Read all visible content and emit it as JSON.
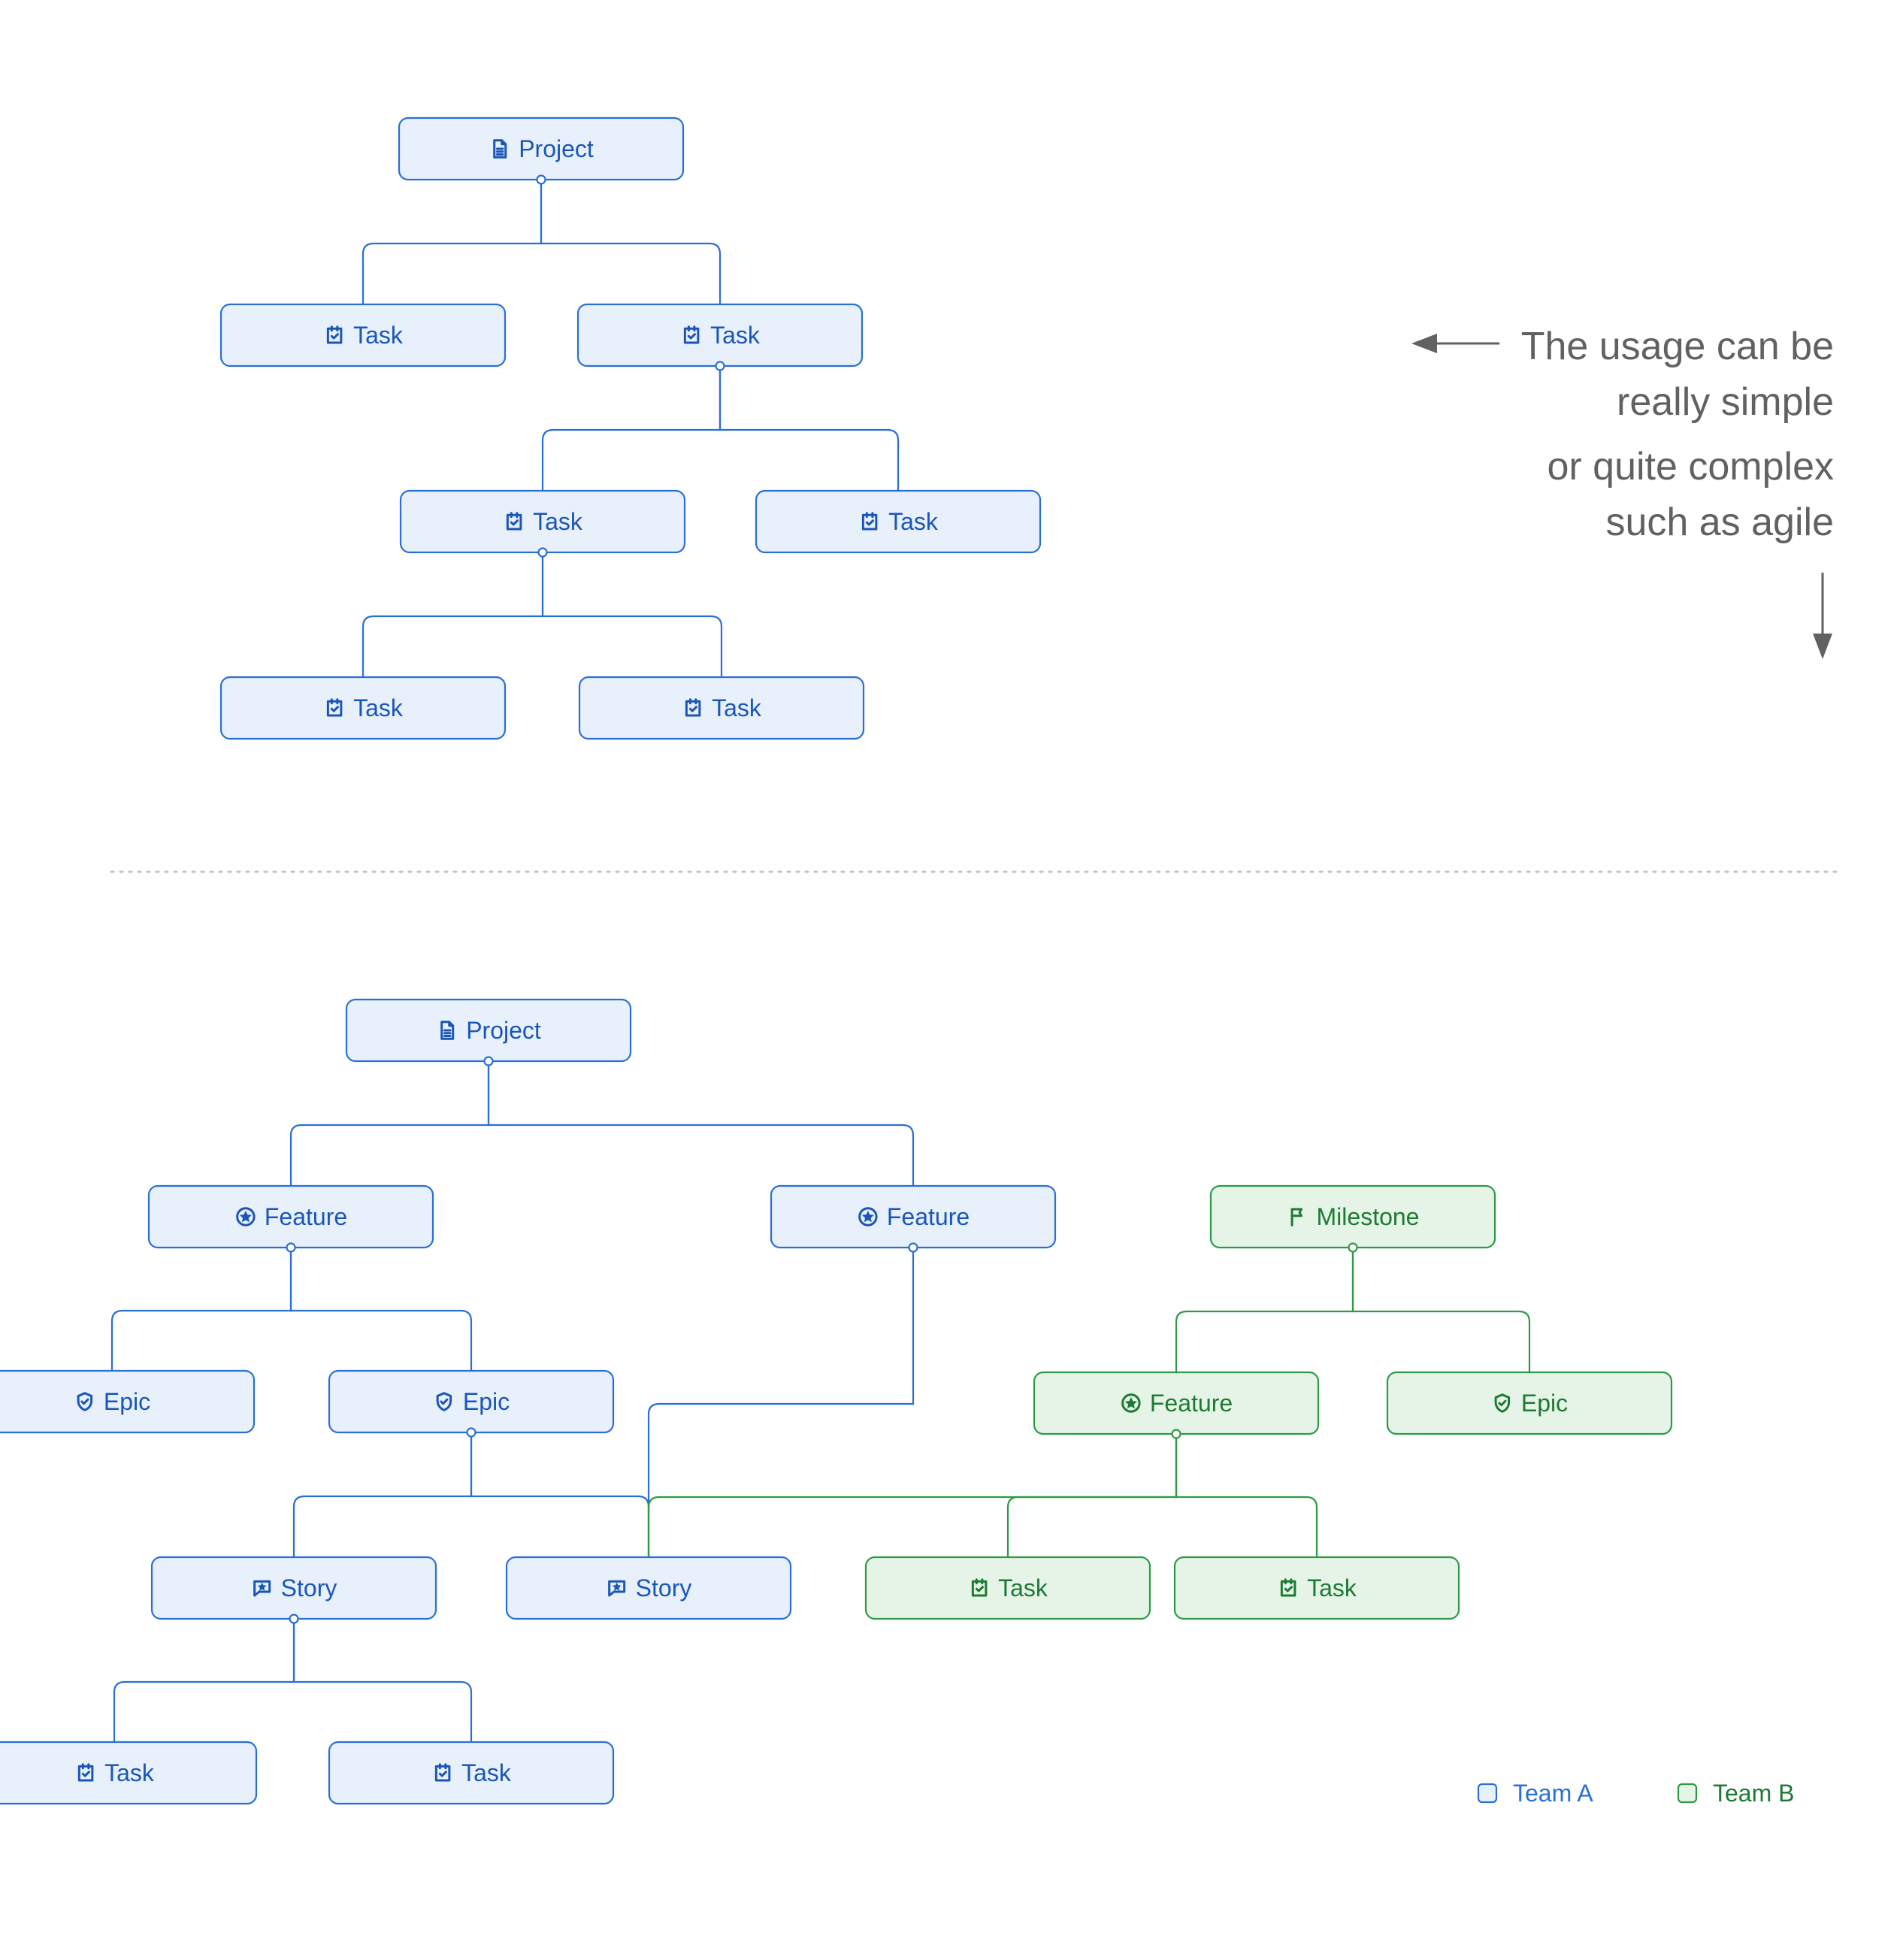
{
  "colors": {
    "team_a_stroke": "#2a6fd6",
    "team_a_fill": "#e8f0fc",
    "team_a_text": "#1a56b8",
    "team_b_stroke": "#2e9a47",
    "team_b_fill": "#e6f4e8",
    "team_b_text": "#1d7a33",
    "annotation": "#616161",
    "divider": "#c4c4c4"
  },
  "annotation": {
    "line1": "The usage can be",
    "line2": "really simple",
    "line3": "or quite complex",
    "line4": "such as agile"
  },
  "legend": {
    "team_a": "Team A",
    "team_b": "Team B"
  },
  "simple_nodes": [
    {
      "id": "s-project",
      "label": "Project",
      "icon": "document-icon",
      "team": "a"
    },
    {
      "id": "s-task-1",
      "label": "Task",
      "icon": "task-icon",
      "team": "a"
    },
    {
      "id": "s-task-2",
      "label": "Task",
      "icon": "task-icon",
      "team": "a"
    },
    {
      "id": "s-task-3",
      "label": "Task",
      "icon": "task-icon",
      "team": "a"
    },
    {
      "id": "s-task-4",
      "label": "Task",
      "icon": "task-icon",
      "team": "a"
    },
    {
      "id": "s-task-5",
      "label": "Task",
      "icon": "task-icon",
      "team": "a"
    },
    {
      "id": "s-task-6",
      "label": "Task",
      "icon": "task-icon",
      "team": "a"
    }
  ],
  "agile_nodes": [
    {
      "id": "a-project",
      "label": "Project",
      "icon": "document-icon",
      "team": "a"
    },
    {
      "id": "a-feature-1",
      "label": "Feature",
      "icon": "star-circle-icon",
      "team": "a"
    },
    {
      "id": "a-feature-2",
      "label": "Feature",
      "icon": "star-circle-icon",
      "team": "a"
    },
    {
      "id": "b-milestone",
      "label": "Milestone",
      "icon": "flag-icon",
      "team": "b"
    },
    {
      "id": "a-epic-1",
      "label": "Epic",
      "icon": "shield-check-icon",
      "team": "a"
    },
    {
      "id": "a-epic-2",
      "label": "Epic",
      "icon": "shield-check-icon",
      "team": "a"
    },
    {
      "id": "b-feature",
      "label": "Feature",
      "icon": "star-circle-icon",
      "team": "b"
    },
    {
      "id": "b-epic",
      "label": "Epic",
      "icon": "shield-check-icon",
      "team": "b"
    },
    {
      "id": "a-story-1",
      "label": "Story",
      "icon": "story-icon",
      "team": "a"
    },
    {
      "id": "a-story-2",
      "label": "Story",
      "icon": "story-icon",
      "team": "a"
    },
    {
      "id": "b-task-1",
      "label": "Task",
      "icon": "task-icon",
      "team": "b"
    },
    {
      "id": "b-task-2",
      "label": "Task",
      "icon": "task-icon",
      "team": "b"
    },
    {
      "id": "a-task-1",
      "label": "Task",
      "icon": "task-icon",
      "team": "a"
    },
    {
      "id": "a-task-2",
      "label": "Task",
      "icon": "task-icon",
      "team": "a"
    }
  ],
  "edges": [
    {
      "from": "s-project",
      "to": "s-task-1",
      "team": "a"
    },
    {
      "from": "s-project",
      "to": "s-task-2",
      "team": "a"
    },
    {
      "from": "s-task-2",
      "to": "s-task-3",
      "team": "a"
    },
    {
      "from": "s-task-2",
      "to": "s-task-4",
      "team": "a"
    },
    {
      "from": "s-task-3",
      "to": "s-task-5",
      "team": "a"
    },
    {
      "from": "s-task-3",
      "to": "s-task-6",
      "team": "a"
    },
    {
      "from": "a-project",
      "to": "a-feature-1",
      "team": "a"
    },
    {
      "from": "a-project",
      "to": "a-feature-2",
      "team": "a"
    },
    {
      "from": "a-feature-1",
      "to": "a-epic-1",
      "team": "a"
    },
    {
      "from": "a-feature-1",
      "to": "a-epic-2",
      "team": "a"
    },
    {
      "from": "a-epic-2",
      "to": "a-story-1",
      "team": "a"
    },
    {
      "from": "a-epic-2",
      "to": "a-story-2",
      "team": "a"
    },
    {
      "from": "a-feature-2",
      "to": "a-story-2",
      "team": "a"
    },
    {
      "from": "a-story-1",
      "to": "a-task-1",
      "team": "a"
    },
    {
      "from": "a-story-1",
      "to": "a-task-2",
      "team": "a"
    },
    {
      "from": "b-milestone",
      "to": "b-feature",
      "team": "b"
    },
    {
      "from": "b-milestone",
      "to": "b-epic",
      "team": "b"
    },
    {
      "from": "b-feature",
      "to": "a-story-2",
      "team": "b"
    },
    {
      "from": "b-feature",
      "to": "b-task-1",
      "team": "b"
    },
    {
      "from": "b-feature",
      "to": "b-task-2",
      "team": "b"
    }
  ]
}
